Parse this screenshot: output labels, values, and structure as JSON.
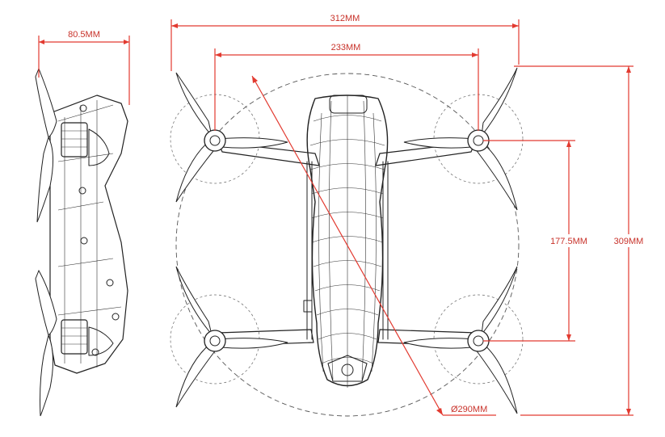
{
  "dimensions": {
    "side_width": "80.5MM",
    "overall_width": "312MM",
    "motor_spacing_width": "233MM",
    "motor_spacing_length": "177.5MM",
    "overall_length": "309MM",
    "diagonal": "Ø290MM"
  },
  "colors": {
    "dimension": "#e23a30",
    "line_art": "#222222",
    "background": "#ffffff"
  }
}
